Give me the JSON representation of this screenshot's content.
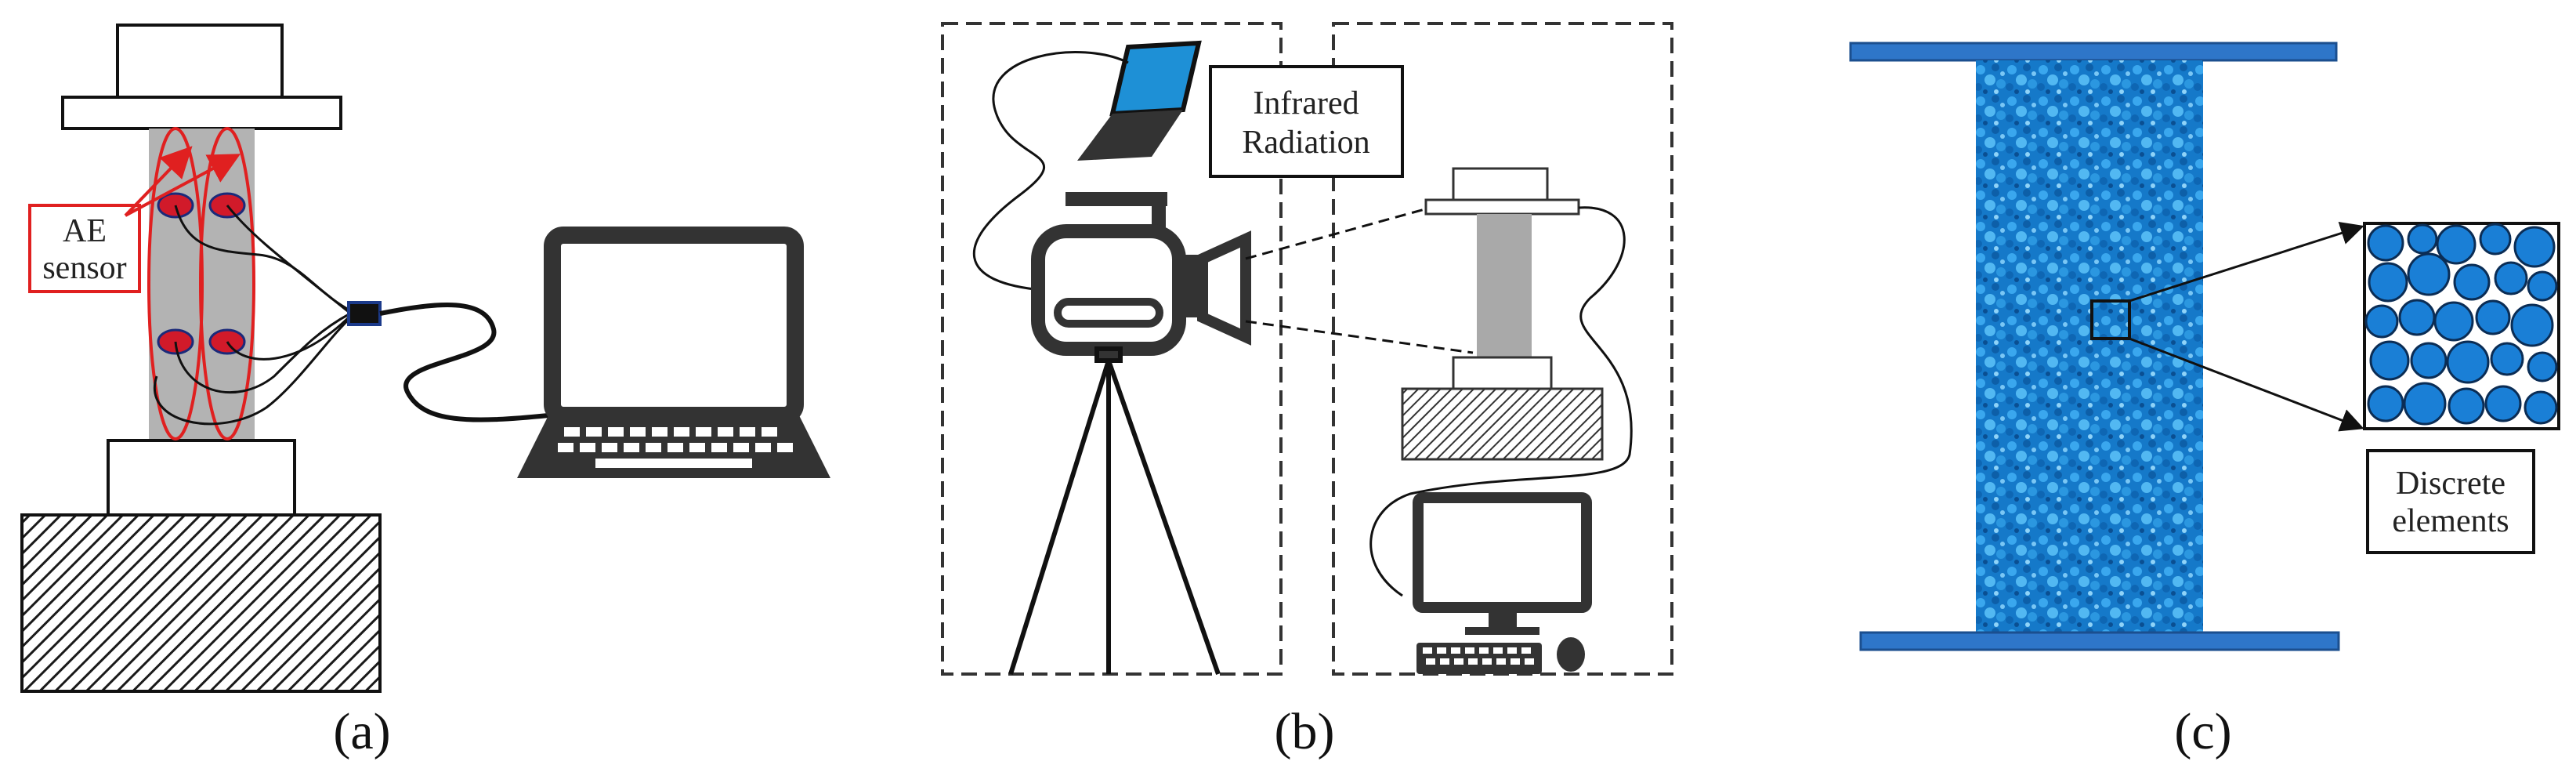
{
  "panels": {
    "a": {
      "caption": "(a)",
      "sensor_label_line1": "AE",
      "sensor_label_line2": "sensor",
      "accent_color": "#e02020"
    },
    "b": {
      "caption": "(b)",
      "infrared_label_line1": "Infrared",
      "infrared_label_line2": "Radiation"
    },
    "c": {
      "caption": "(c)",
      "zoom_label_line1": "Discrete",
      "zoom_label_line2": "elements",
      "particle_color": "#1a7fd6",
      "plate_color": "#2e76c9"
    }
  },
  "icons": [
    "laptop-icon",
    "infrared-camera-icon",
    "tripod-icon",
    "desktop-computer-icon",
    "keyboard-icon",
    "mouse-icon",
    "ae-sensor-icon",
    "data-acquisition-box-icon"
  ]
}
